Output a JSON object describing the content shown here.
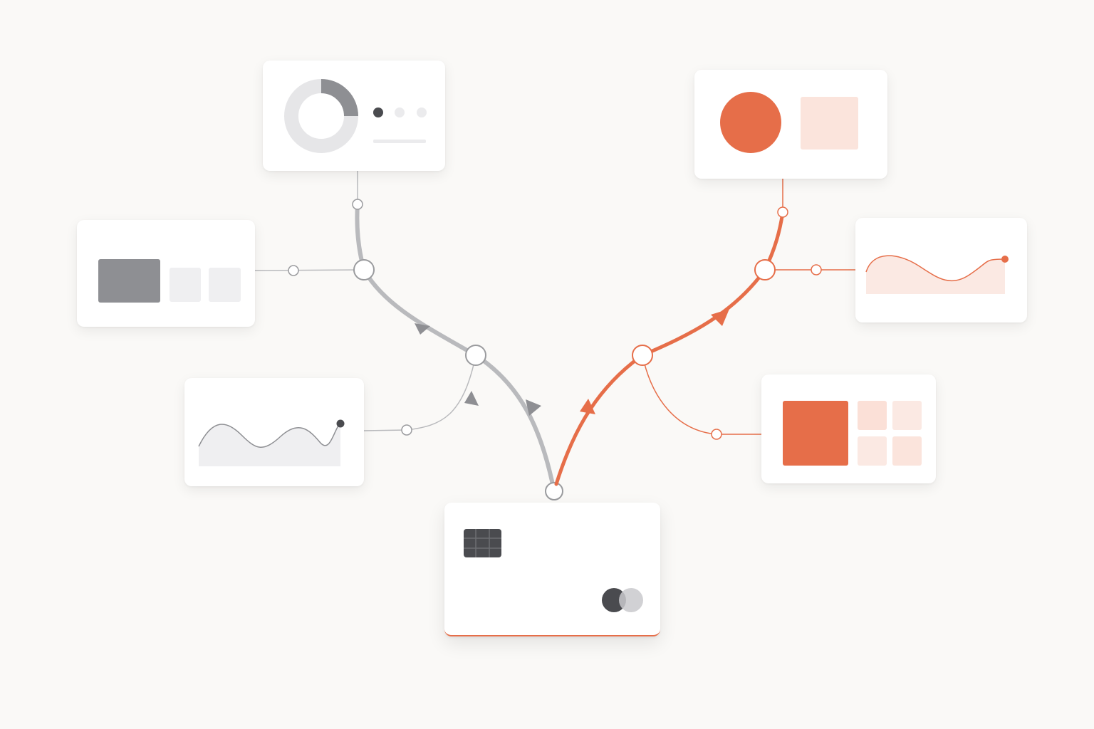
{
  "colors": {
    "background": "#faf9f7",
    "accent": "#e66e49",
    "accent_light": "#fbe4dc",
    "gray_dark": "#4a4b4f",
    "gray_mid": "#8e8f93",
    "gray_line": "#b9babd",
    "gray_light": "#ebebed"
  },
  "icons": {
    "chip": "card-chip-icon",
    "logo": "card-network-logo-icon"
  },
  "branches": {
    "left": {
      "color": "gray",
      "direction": "from-card-upward"
    },
    "right": {
      "color": "accent",
      "direction": "from-card-upward"
    }
  }
}
